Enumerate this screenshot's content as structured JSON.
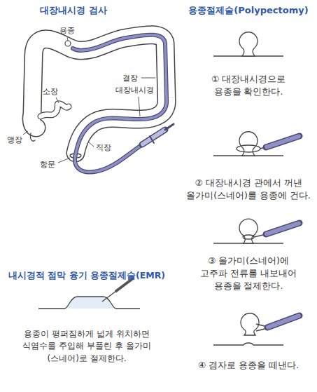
{
  "diagram": {
    "labels": [
      "대장내시경 검사",
      "용종",
      "결장",
      "대장내시경",
      "소장",
      "맹장",
      "직장",
      "항문",
      "용종절제술(Polypectomy)",
      "① 대장내시경으로 용종을 확인한다.",
      "② 대장내시경 관에서 꺼낸 올가미(스네어)를 용종에 건다.",
      "③ 올가미(스네어)에 고주파 전류를 내보내어 용종을 절제한다.",
      "④ 겸자로 용종을 떼낸다.",
      "내시경적 점막 융기 용종절제술(EMR)",
      "용종이 평퍼짐하게 넓게 위치하면 식염수를 주입해 부풀린 후 올가미(스네어)로 절제한다."
    ]
  }
}
